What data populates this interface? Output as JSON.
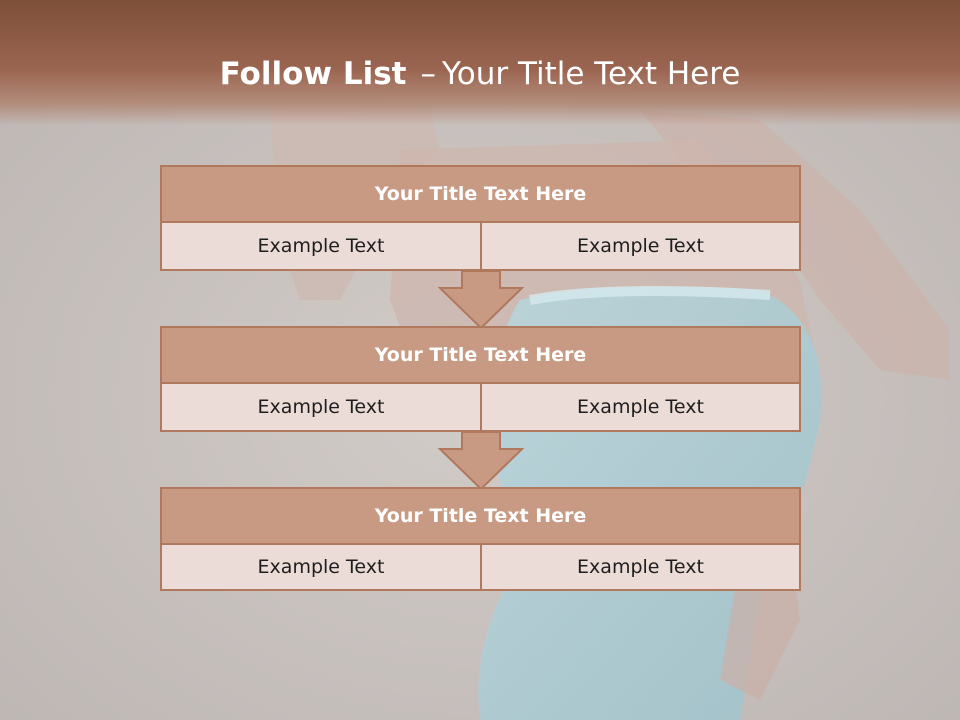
{
  "slide": {
    "title_bold": "Follow List",
    "title_separator": "–",
    "title_rest": "Your Title Text Here"
  },
  "blocks": [
    {
      "title": "Your Title Text Here",
      "left_text": "Example Text",
      "right_text": "Example Text"
    },
    {
      "title": "Your Title Text Here",
      "left_text": "Example Text",
      "right_text": "Example Text"
    },
    {
      "title": "Your Title Text Here",
      "left_text": "Example Text",
      "right_text": "Example Text"
    }
  ],
  "colors": {
    "header_band": "#8a5843",
    "block_title_fill": "#c89a83",
    "block_border": "#b0785d",
    "cell_fill": "#ecdcd8",
    "arrow_fill": "#c89a83"
  },
  "icons": [
    "down-arrow-icon"
  ]
}
